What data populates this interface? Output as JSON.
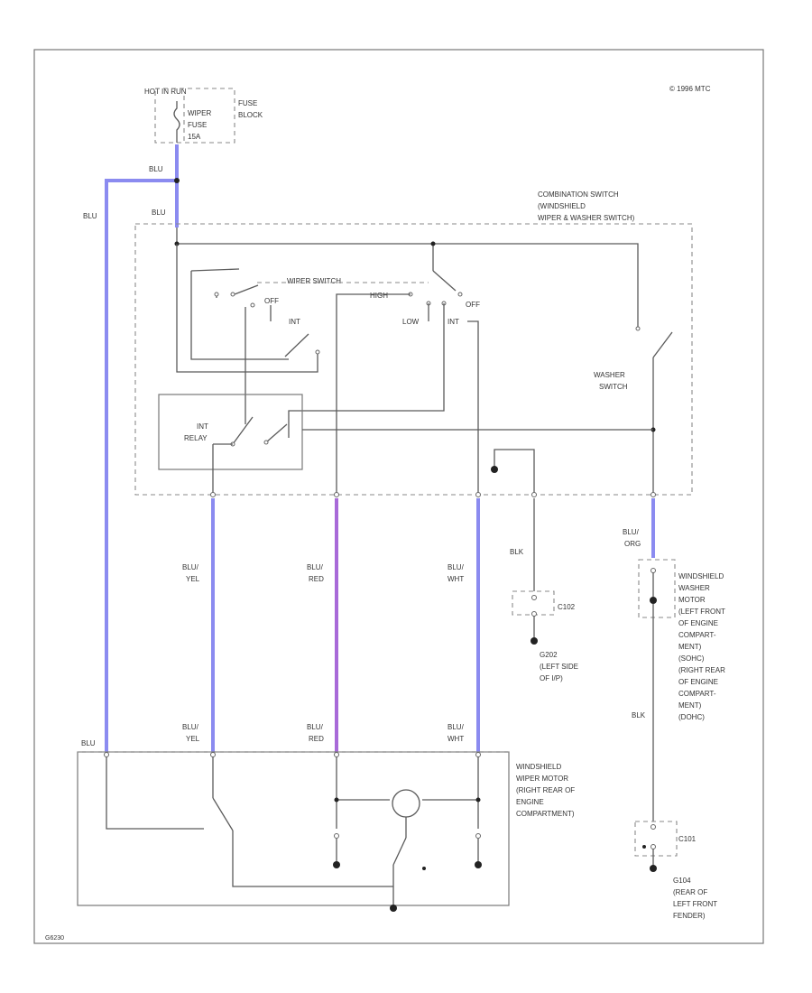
{
  "copyright": "© 1996 MTC",
  "fig_code": "G6230",
  "fuse_block": {
    "header": "HOT IN RUN",
    "fuse_lines": [
      "WIPER",
      "FUSE",
      "15A"
    ],
    "block_lines": [
      "FUSE",
      "BLOCK"
    ]
  },
  "combo_switch": {
    "lines": [
      "COMBINATION SWITCH",
      "(WINDSHIELD",
      "WIPER & WASHER SWITCH)"
    ],
    "wiper_switch": "WIPER SWITCH",
    "off": "OFF",
    "int": "INT",
    "high": "HIGH",
    "low": "LOW",
    "washer_switch": [
      "WASHER",
      "SWITCH"
    ],
    "int_relay": [
      "INT",
      "RELAY"
    ]
  },
  "wire_colors": {
    "blu": "BLU",
    "blu_yel": [
      "BLU/",
      "YEL"
    ],
    "blu_red": [
      "BLU/",
      "RED"
    ],
    "blu_wht": [
      "BLU/",
      "WHT"
    ],
    "blk": "BLK",
    "blu_org": [
      "BLU/",
      "ORG"
    ]
  },
  "washer_motor": {
    "lines": [
      "WINDSHIELD",
      "WASHER",
      "MOTOR",
      "(LEFT FRONT",
      "OF ENGINE",
      "COMPART-",
      "MENT)",
      "(SOHC)",
      "(RIGHT REAR",
      "OF ENGINE",
      "COMPART-",
      "MENT)",
      "(DOHC)"
    ]
  },
  "ground_g202": {
    "connector": "C102",
    "lines": [
      "G202",
      "(LEFT SIDE",
      "OF I/P)"
    ]
  },
  "ground_g104": {
    "connector": "C101",
    "lines": [
      "G104",
      "(REAR OF",
      "LEFT FRONT",
      "FENDER)"
    ]
  },
  "wiper_motor": {
    "lines": [
      "WINDSHIELD",
      "WIPER MOTOR",
      "(RIGHT REAR OF",
      "ENGINE",
      "COMPARTMENT)"
    ]
  }
}
